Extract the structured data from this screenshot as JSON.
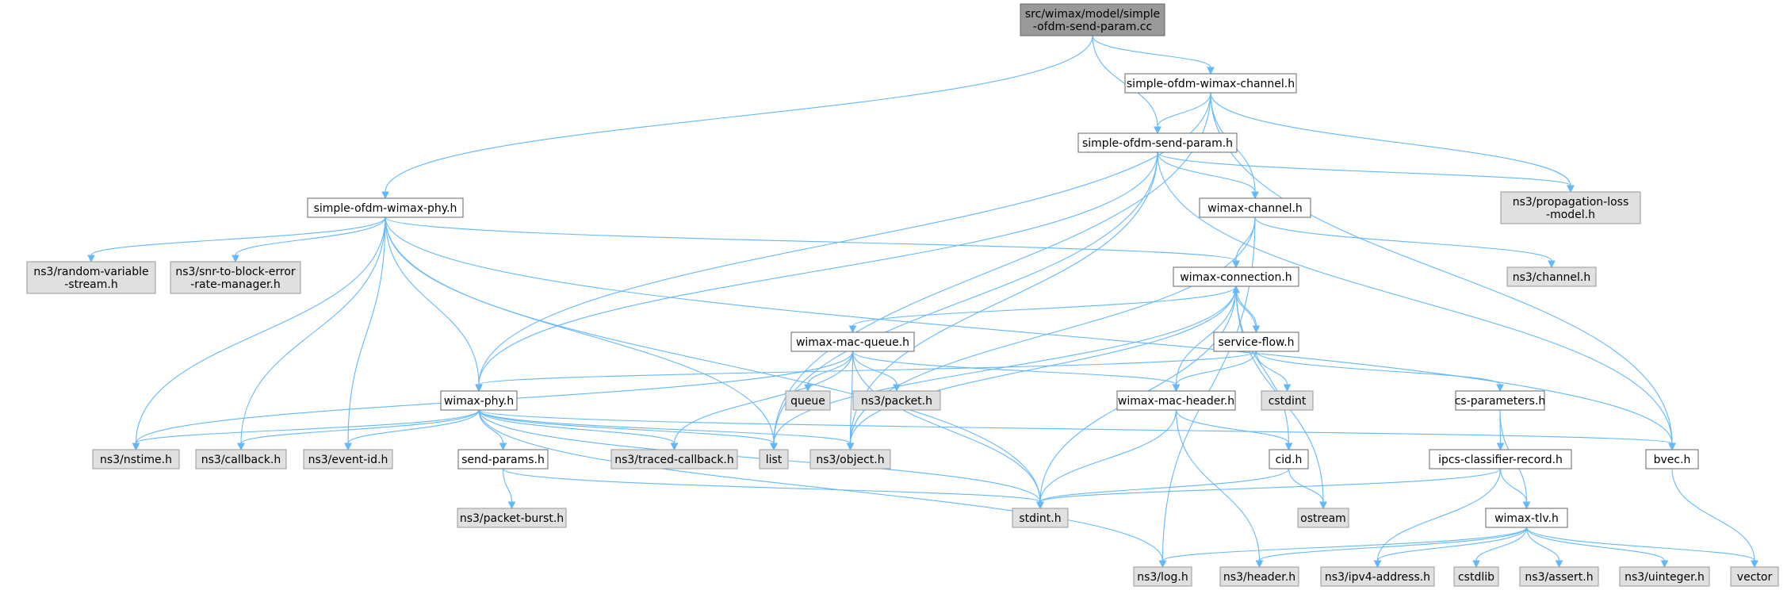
{
  "nodes": {
    "root": {
      "lines": [
        "src/wimax/model/simple",
        "-ofdm-send-param.cc"
      ],
      "kind": "root"
    },
    "chan": {
      "lines": [
        "simple-ofdm-wimax-channel.h"
      ],
      "kind": "local"
    },
    "sparam": {
      "lines": [
        "simple-ofdm-send-param.h"
      ],
      "kind": "local"
    },
    "sphy": {
      "lines": [
        "simple-ofdm-wimax-phy.h"
      ],
      "kind": "local"
    },
    "prop": {
      "lines": [
        "ns3/propagation-loss",
        "-model.h"
      ],
      "kind": "ext"
    },
    "wchan": {
      "lines": [
        "wimax-channel.h"
      ],
      "kind": "local"
    },
    "rvs": {
      "lines": [
        "ns3/random-variable",
        "-stream.h"
      ],
      "kind": "ext"
    },
    "snr": {
      "lines": [
        "ns3/snr-to-block-error",
        "-rate-manager.h"
      ],
      "kind": "ext"
    },
    "wconn": {
      "lines": [
        "wimax-connection.h"
      ],
      "kind": "local"
    },
    "nschan": {
      "lines": [
        "ns3/channel.h"
      ],
      "kind": "ext"
    },
    "wmq": {
      "lines": [
        "wimax-mac-queue.h"
      ],
      "kind": "local"
    },
    "sflow": {
      "lines": [
        "service-flow.h"
      ],
      "kind": "local"
    },
    "queue": {
      "lines": [
        "queue"
      ],
      "kind": "ext"
    },
    "packet": {
      "lines": [
        "ns3/packet.h"
      ],
      "kind": "ext"
    },
    "cstdint": {
      "lines": [
        "cstdint"
      ],
      "kind": "ext"
    },
    "csparam": {
      "lines": [
        "cs-parameters.h"
      ],
      "kind": "local"
    },
    "wphy": {
      "lines": [
        "wimax-phy.h"
      ],
      "kind": "local"
    },
    "wmh": {
      "lines": [
        "wimax-mac-header.h"
      ],
      "kind": "local"
    },
    "nstime": {
      "lines": [
        "ns3/nstime.h"
      ],
      "kind": "ext"
    },
    "callback": {
      "lines": [
        "ns3/callback.h"
      ],
      "kind": "ext"
    },
    "eventid": {
      "lines": [
        "ns3/event-id.h"
      ],
      "kind": "ext"
    },
    "tcb": {
      "lines": [
        "ns3/traced-callback.h"
      ],
      "kind": "ext"
    },
    "list": {
      "lines": [
        "list"
      ],
      "kind": "ext"
    },
    "object": {
      "lines": [
        "ns3/object.h"
      ],
      "kind": "ext"
    },
    "cid": {
      "lines": [
        "cid.h"
      ],
      "kind": "local"
    },
    "icr": {
      "lines": [
        "ipcs-classifier-record.h"
      ],
      "kind": "local"
    },
    "bvec": {
      "lines": [
        "bvec.h"
      ],
      "kind": "local"
    },
    "sendp": {
      "lines": [
        "send-params.h"
      ],
      "kind": "local"
    },
    "stdint": {
      "lines": [
        "stdint.h"
      ],
      "kind": "ext"
    },
    "ostream": {
      "lines": [
        "ostream"
      ],
      "kind": "ext"
    },
    "wtlv": {
      "lines": [
        "wimax-tlv.h"
      ],
      "kind": "local"
    },
    "pburst": {
      "lines": [
        "ns3/packet-burst.h"
      ],
      "kind": "ext"
    },
    "log": {
      "lines": [
        "ns3/log.h"
      ],
      "kind": "ext"
    },
    "header": {
      "lines": [
        "ns3/header.h"
      ],
      "kind": "ext"
    },
    "ipv4": {
      "lines": [
        "ns3/ipv4-address.h"
      ],
      "kind": "ext"
    },
    "cstdlib": {
      "lines": [
        "cstdlib"
      ],
      "kind": "ext"
    },
    "assert": {
      "lines": [
        "ns3/assert.h"
      ],
      "kind": "ext"
    },
    "uinteger": {
      "lines": [
        "ns3/uinteger.h"
      ],
      "kind": "ext"
    },
    "vector": {
      "lines": [
        "vector"
      ],
      "kind": "ext"
    }
  },
  "edges": [
    [
      "root",
      "chan"
    ],
    [
      "root",
      "sparam"
    ],
    [
      "root",
      "sphy"
    ],
    [
      "chan",
      "sparam"
    ],
    [
      "chan",
      "prop"
    ],
    [
      "chan",
      "wchan"
    ],
    [
      "chan",
      "wphy"
    ],
    [
      "chan",
      "list"
    ],
    [
      "chan",
      "bvec"
    ],
    [
      "sparam",
      "prop"
    ],
    [
      "sparam",
      "wchan"
    ],
    [
      "sparam",
      "wphy"
    ],
    [
      "sparam",
      "list"
    ],
    [
      "sparam",
      "object"
    ],
    [
      "sparam",
      "bvec"
    ],
    [
      "sphy",
      "rvs"
    ],
    [
      "sphy",
      "snr"
    ],
    [
      "sphy",
      "wconn"
    ],
    [
      "sphy",
      "wphy"
    ],
    [
      "sphy",
      "nstime"
    ],
    [
      "sphy",
      "callback"
    ],
    [
      "sphy",
      "eventid"
    ],
    [
      "sphy",
      "list"
    ],
    [
      "sphy",
      "stdint"
    ],
    [
      "sphy",
      "bvec"
    ],
    [
      "wchan",
      "nschan"
    ],
    [
      "wchan",
      "wconn"
    ],
    [
      "wchan",
      "object"
    ],
    [
      "wchan",
      "log"
    ],
    [
      "wconn",
      "wmq"
    ],
    [
      "wconn",
      "sflow"
    ],
    [
      "wconn",
      "wmh"
    ],
    [
      "wconn",
      "list"
    ],
    [
      "wconn",
      "object"
    ],
    [
      "wconn",
      "cid"
    ],
    [
      "wconn",
      "stdint"
    ],
    [
      "wconn",
      "ostream"
    ],
    [
      "wmq",
      "queue"
    ],
    [
      "wmq",
      "packet"
    ],
    [
      "wmq",
      "wmh"
    ],
    [
      "wmq",
      "nstime"
    ],
    [
      "wmq",
      "tcb"
    ],
    [
      "wmq",
      "object"
    ],
    [
      "wmq",
      "stdint"
    ],
    [
      "sflow",
      "wconn"
    ],
    [
      "sflow",
      "cstdint"
    ],
    [
      "sflow",
      "csparam"
    ],
    [
      "sflow",
      "wmh"
    ],
    [
      "sflow",
      "wphy"
    ],
    [
      "wphy",
      "nstime"
    ],
    [
      "wphy",
      "callback"
    ],
    [
      "wphy",
      "eventid"
    ],
    [
      "wphy",
      "tcb"
    ],
    [
      "wphy",
      "list"
    ],
    [
      "wphy",
      "object"
    ],
    [
      "wphy",
      "sendp"
    ],
    [
      "wphy",
      "stdint"
    ],
    [
      "wphy",
      "bvec"
    ],
    [
      "wphy",
      "log"
    ],
    [
      "wmh",
      "cid"
    ],
    [
      "wmh",
      "stdint"
    ],
    [
      "wmh",
      "header"
    ],
    [
      "cid",
      "stdint"
    ],
    [
      "cid",
      "ostream"
    ],
    [
      "csparam",
      "icr"
    ],
    [
      "csparam",
      "wtlv"
    ],
    [
      "icr",
      "stdint"
    ],
    [
      "icr",
      "wtlv"
    ],
    [
      "icr",
      "ipv4"
    ],
    [
      "sendp",
      "pburst"
    ],
    [
      "sendp",
      "stdint"
    ],
    [
      "bvec",
      "vector"
    ],
    [
      "wtlv",
      "log"
    ],
    [
      "wtlv",
      "header"
    ],
    [
      "wtlv",
      "ipv4"
    ],
    [
      "wtlv",
      "cstdlib"
    ],
    [
      "wtlv",
      "assert"
    ],
    [
      "wtlv",
      "uinteger"
    ],
    [
      "wtlv",
      "vector"
    ]
  ]
}
